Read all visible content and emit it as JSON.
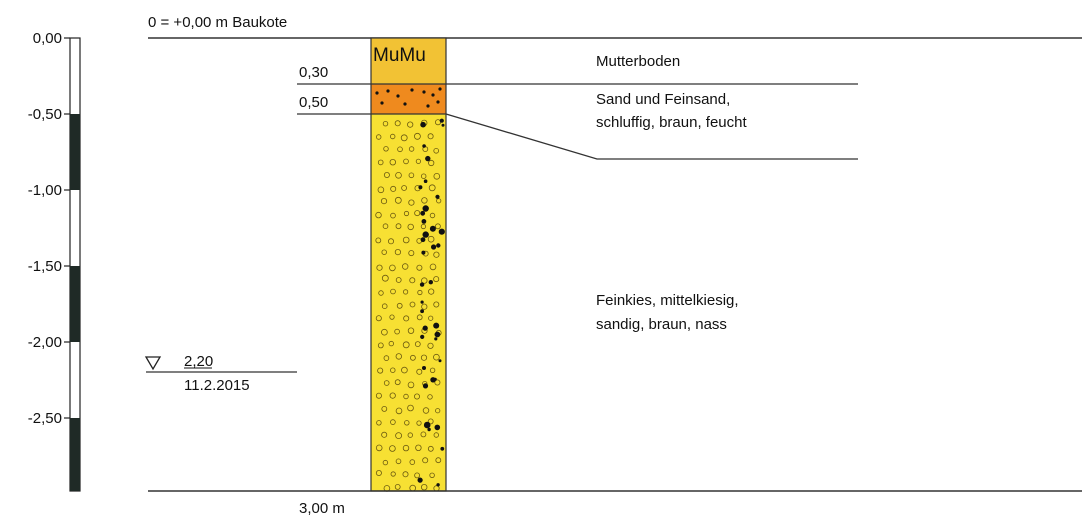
{
  "reference_label": "0 = +0,00 m Baukote",
  "scale": {
    "ticks": [
      "0,00",
      "-0,50",
      "-1,00",
      "-1,50",
      "-2,00",
      "-2,50"
    ]
  },
  "layers": [
    {
      "top_m": 0.0,
      "bottom_m": 0.3,
      "bottom_label": "0,30",
      "code": "MuMu",
      "description": [
        "Mutterboden"
      ],
      "fill": "#f2c234"
    },
    {
      "top_m": 0.3,
      "bottom_m": 0.5,
      "bottom_label": "0,50",
      "code": "",
      "description": [
        "Sand und Feinsand,",
        "schluffig, braun, feucht"
      ],
      "fill": "#ef8a1e"
    },
    {
      "top_m": 0.5,
      "bottom_m": 3.0,
      "bottom_label": "3,00 m",
      "code": "",
      "description": [
        "Feinkies, mittelkiesig,",
        "sandig, braun, nass"
      ],
      "fill": "#f7e033"
    }
  ],
  "groundwater": {
    "depth_label": "2,20",
    "date": "11.2.2015",
    "depth_m": 2.2
  },
  "colors": {
    "scale_dark": "#1f2a26",
    "line": "#333333"
  }
}
